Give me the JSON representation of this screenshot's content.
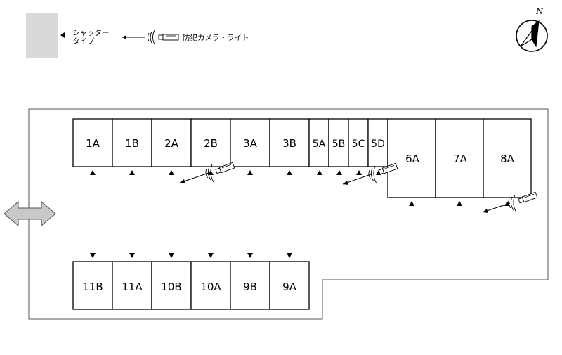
{
  "legend": {
    "shutter_line1": "シャッター",
    "shutter_line2": "タイプ",
    "camera_label": "防犯カメラ・ライト"
  },
  "compass": {
    "north_label": "N"
  },
  "colors": {
    "line": "#000000",
    "lot_border": "#555555",
    "shutter_swatch": "#d9d9d9",
    "entrance_arrow": "#c8c8c8"
  },
  "units": {
    "top_row": [
      "1A",
      "1B",
      "2A",
      "2B",
      "3A",
      "3B",
      "5A",
      "5B",
      "5C",
      "5D"
    ],
    "large": [
      "6A",
      "7A",
      "8A"
    ],
    "bottom_row": [
      "11B",
      "11A",
      "10B",
      "10A",
      "9B",
      "9A"
    ]
  },
  "icons": {
    "entrance": "double-arrow-icon",
    "camera": "security-camera-icon",
    "shutter_marker": "triangle-marker-icon"
  }
}
